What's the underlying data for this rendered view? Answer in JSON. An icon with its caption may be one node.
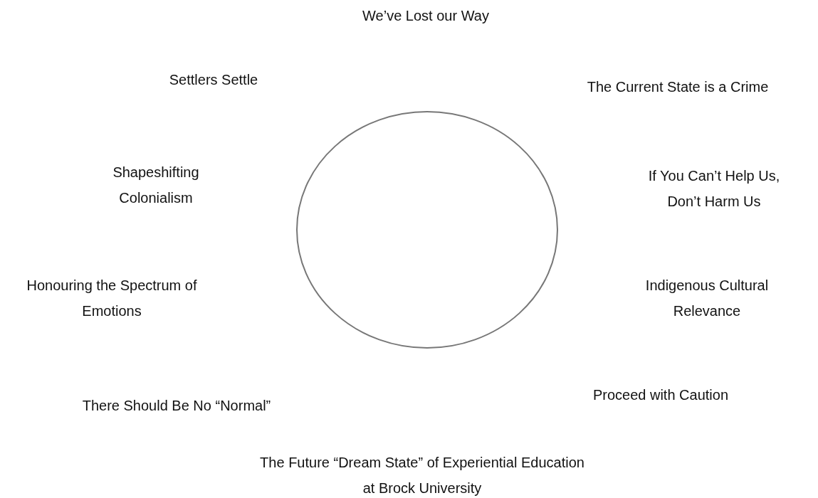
{
  "diagram": {
    "nodes": [
      {
        "text": [],
        "shape": "circle"
      }
    ],
    "labels": [
      "We’ve Lost our Way",
      "Settlers Settle",
      "The Current State is a Crime",
      "Shapeshifting Colonialism",
      "If You Can’t Help Us, Don’t Harm Us",
      "Honouring the Spectrum of Emotions",
      "Indigenous Cultural Relevance",
      "Proceed with Caution",
      "There Should Be No “Normal”",
      "The Future “Dream State” of Experiential Education at Brock University"
    ]
  }
}
